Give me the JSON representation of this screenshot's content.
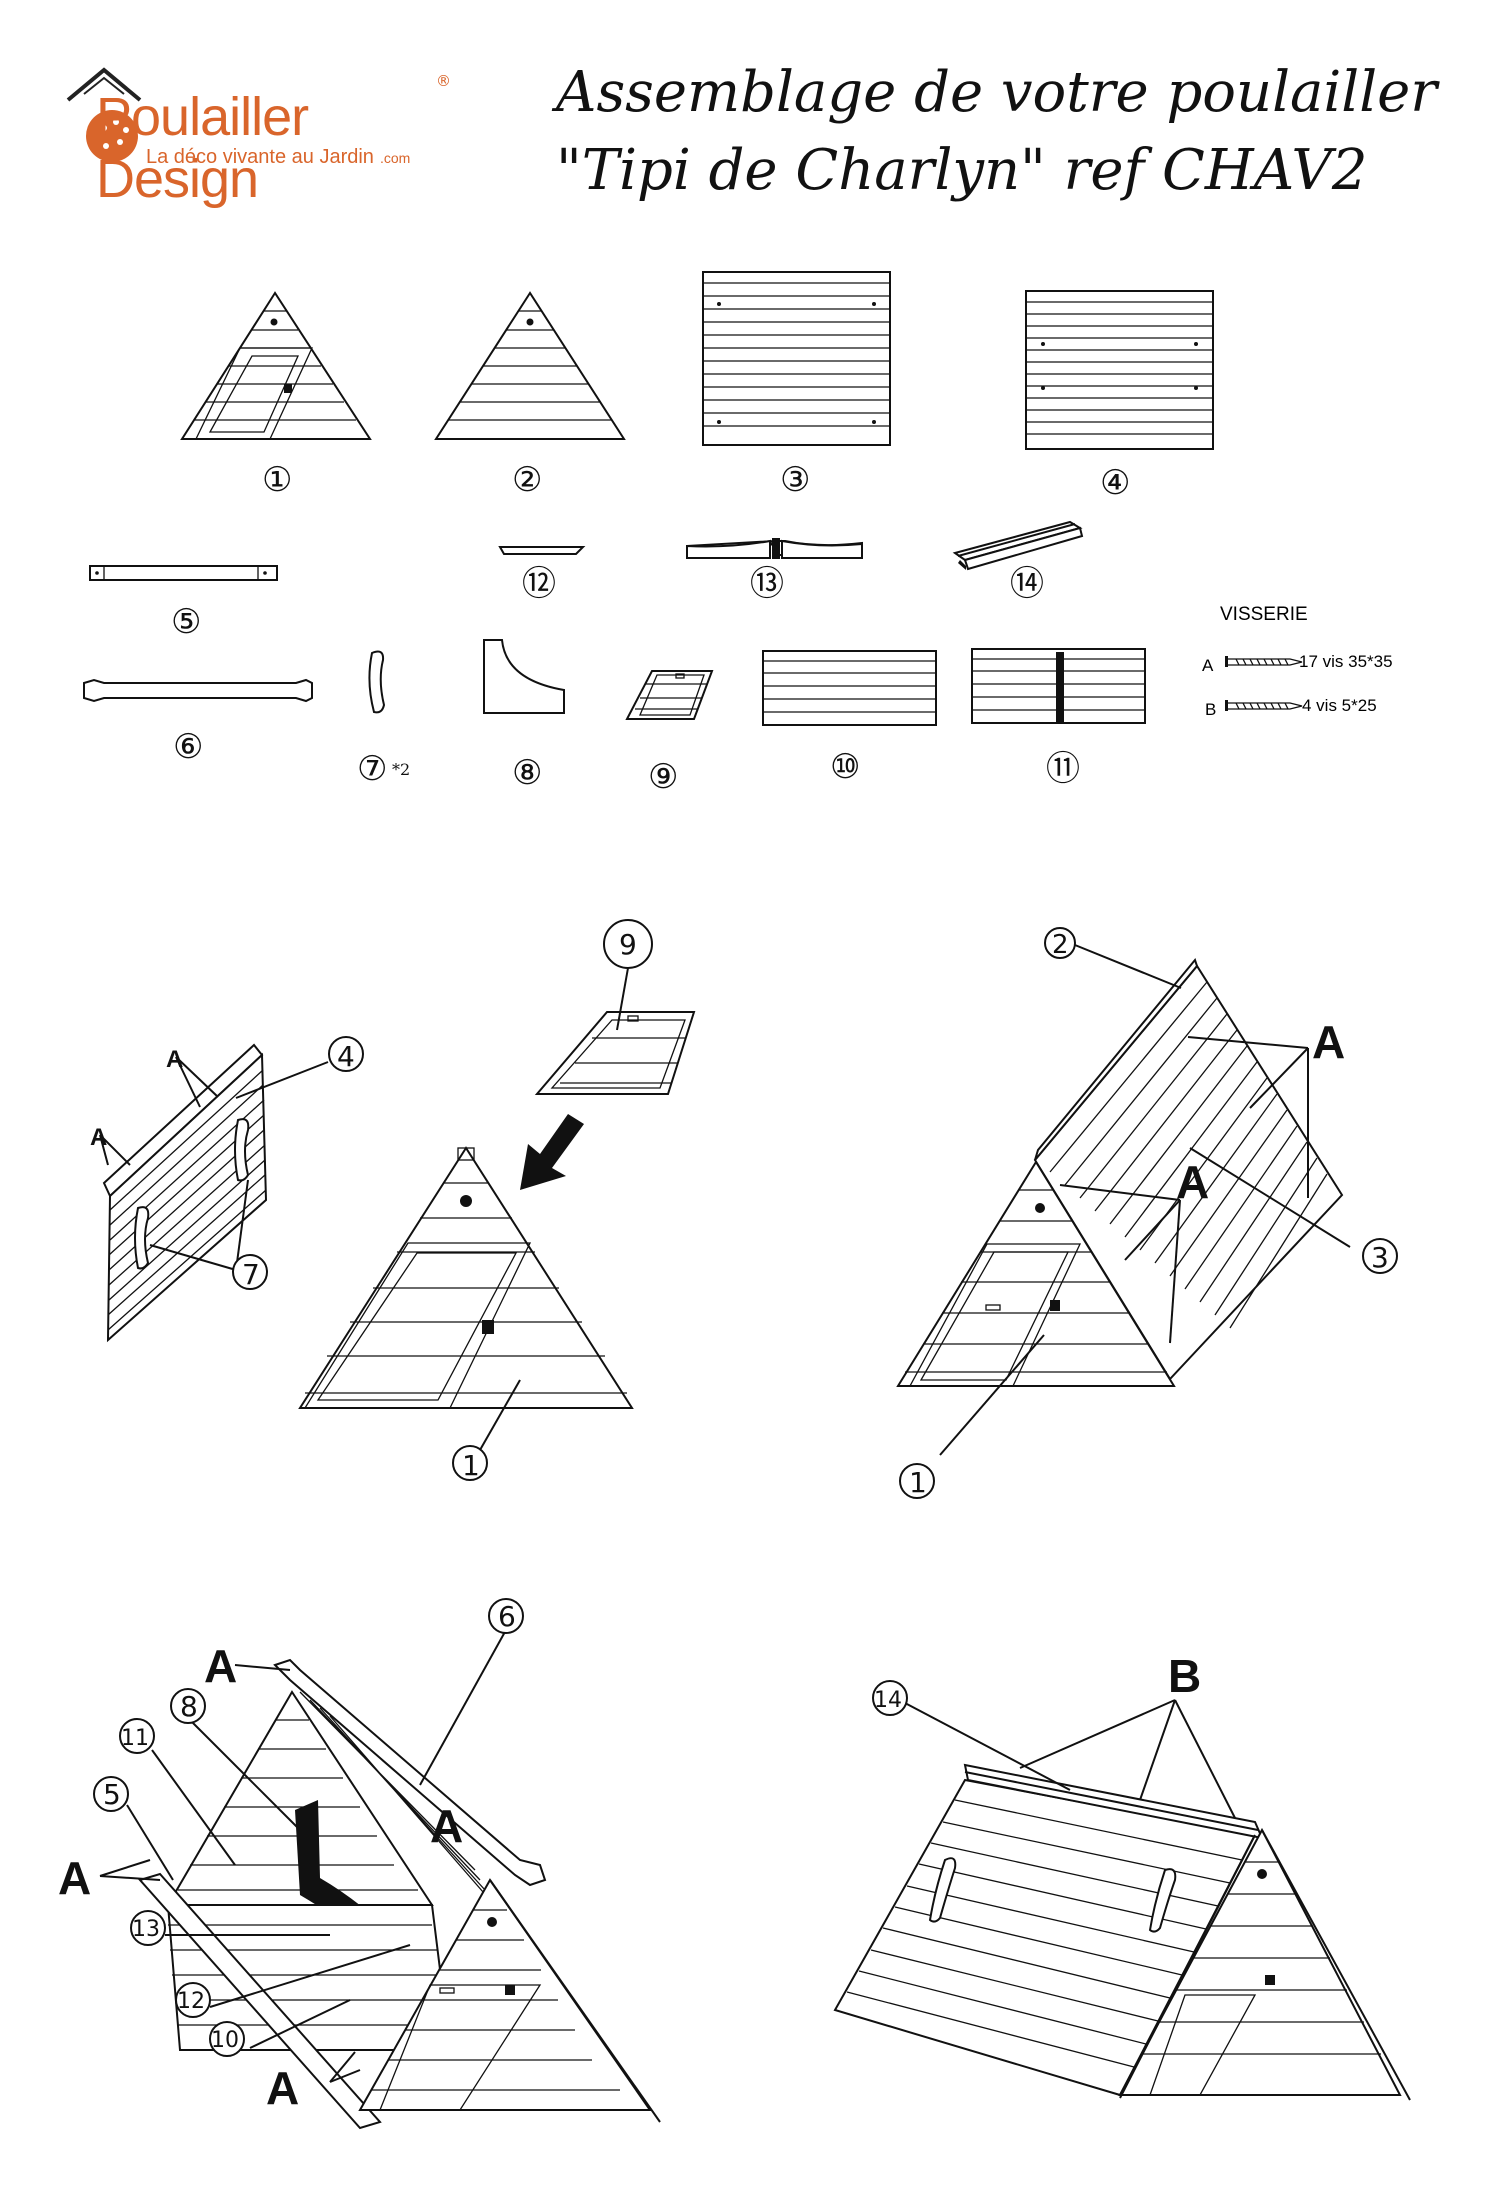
{
  "logo": {
    "brand": "Poulailler Design",
    "tagline": "La déco vivante au Jardin",
    "suffix": ".com",
    "registered": "®"
  },
  "title": {
    "line1": "Assemblage de votre poulailler",
    "line2": "\"Tipi de Charlyn\"  ref CHAV2"
  },
  "parts": [
    {
      "num": "①",
      "label": "1"
    },
    {
      "num": "②",
      "label": "2"
    },
    {
      "num": "③",
      "label": "3"
    },
    {
      "num": "④",
      "label": "4"
    },
    {
      "num": "⑤",
      "label": "5"
    },
    {
      "num": "⑥",
      "label": "6"
    },
    {
      "num": "⑦",
      "label": "7"
    },
    {
      "num": "⑧",
      "label": "8"
    },
    {
      "num": "⑨",
      "label": "9"
    },
    {
      "num": "⑩",
      "label": "10"
    },
    {
      "num": "⑪",
      "label": "11"
    },
    {
      "num": "⑫",
      "label": "12"
    },
    {
      "num": "⑬",
      "label": "13"
    },
    {
      "num": "⑭",
      "label": "14"
    }
  ],
  "part7_qty": "*2",
  "visserie": {
    "heading": "VISSERIE",
    "items": [
      {
        "letter": "A",
        "desc": "17 vis 35*35"
      },
      {
        "letter": "B",
        "desc": "4 vis   5*25"
      }
    ]
  },
  "step_letters": {
    "screw_a": "A",
    "screw_b": "B"
  },
  "colors": {
    "brand": "#d9652b",
    "ink": "#111111"
  }
}
